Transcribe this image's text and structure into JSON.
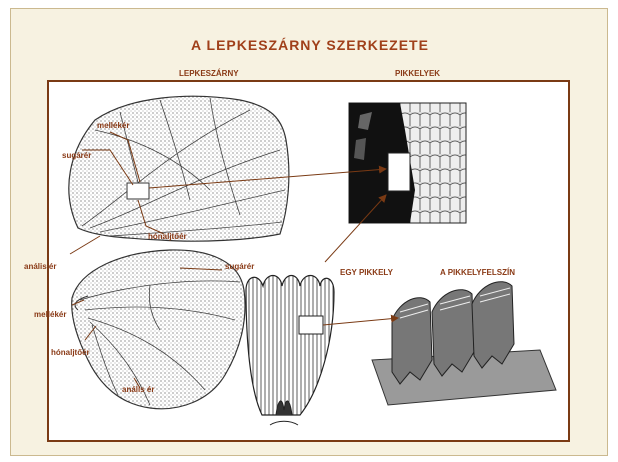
{
  "slide": {
    "title": "A LEPKESZÁRNY SZERKEZETE",
    "headings": {
      "wing": "LEPKESZÁRNY",
      "scales": "PIKKELYEK",
      "one_scale": "EGY PIKKELY",
      "scale_surface": "A PIKKELYFELSZÍN"
    },
    "labels": {
      "melleker_top": "mellékér",
      "sugarer_top": "sugárér",
      "honaljtoer_top": "hónaljtőér",
      "analis_top": "anális ér",
      "sugarer_bottom": "sugárér",
      "melleker_bottom": "mellékér",
      "honaljtoer_bottom": "hónaljtőér",
      "analis_bottom": "anális ér"
    }
  },
  "colors": {
    "title": "#a0401a",
    "label": "#8a3a16",
    "frame_bg": "#f7f2e1",
    "arrow": "#7a3a14"
  }
}
